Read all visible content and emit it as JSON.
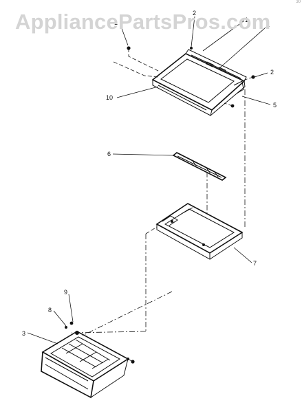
{
  "watermark": "AppliancePartsPros.com",
  "corner_mark": "30",
  "callouts": {
    "c1": "1",
    "c2a": "2",
    "c2b": "2",
    "c4": "4",
    "c5": "5",
    "c10": "10",
    "c6": "6",
    "c7": "7",
    "c9": "9",
    "c8": "8",
    "c3": "3"
  }
}
